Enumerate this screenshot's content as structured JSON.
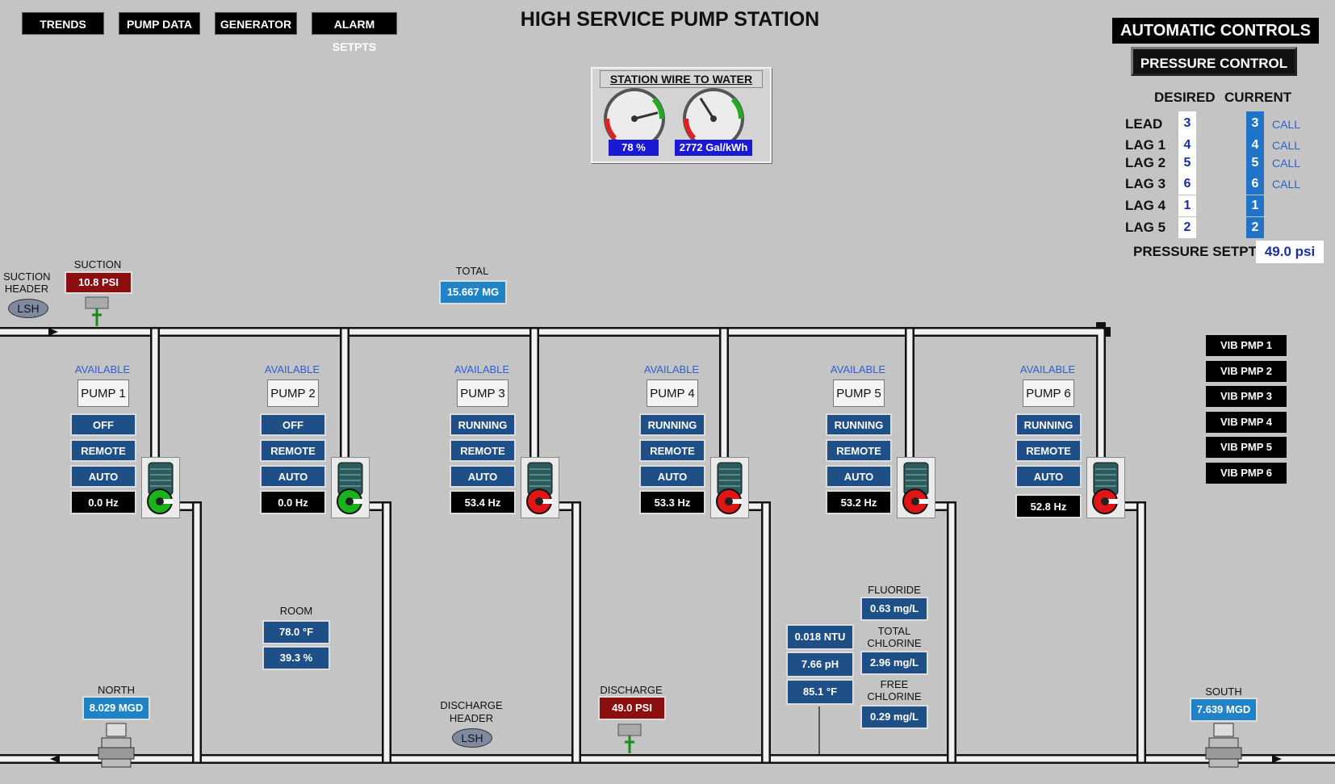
{
  "nav": [
    "TRENDS",
    "PUMP DATA",
    "GENERATOR",
    "ALARM SETPTS"
  ],
  "title": "HIGH SERVICE PUMP STATION",
  "gauges": {
    "title": "STATION WIRE TO WATER",
    "efficiency": {
      "value": "78 %",
      "fraction": 0.78
    },
    "gal_kwh": {
      "value": "2772 Gal/kWh",
      "fraction": 0.38
    }
  },
  "controls": {
    "title": "AUTOMATIC CONTROLS",
    "pressure_control": "PRESSURE CONTROL",
    "desired_hdr": "DESIRED",
    "current_hdr": "CURRENT",
    "rows": [
      {
        "label": "LEAD",
        "desired": "3",
        "current": "3",
        "call": "CALL"
      },
      {
        "label": "LAG 1",
        "desired": "4",
        "current": "4",
        "call": "CALL"
      },
      {
        "label": "LAG 2",
        "desired": "5",
        "current": "5",
        "call": "CALL"
      },
      {
        "label": "LAG 3",
        "desired": "6",
        "current": "6",
        "call": "CALL"
      },
      {
        "label": "LAG 4",
        "desired": "1",
        "current": "1",
        "call": ""
      },
      {
        "label": "LAG 5",
        "desired": "2",
        "current": "2",
        "call": ""
      }
    ],
    "setpt_label": "PRESSURE SETPT",
    "setpt_value": "49.0 psi"
  },
  "suction": {
    "header_label": "SUCTION HEADER",
    "lsh": "LSH",
    "label": "SUCTION",
    "value": "10.8 PSI"
  },
  "total": {
    "label": "TOTAL",
    "value": "15.667 MG"
  },
  "pumps": [
    {
      "status": "AVAILABLE",
      "name": "PUMP 1",
      "state": "OFF",
      "mode": "REMOTE",
      "control": "AUTO",
      "hz": "0.0 Hz",
      "running": false
    },
    {
      "status": "AVAILABLE",
      "name": "PUMP 2",
      "state": "OFF",
      "mode": "REMOTE",
      "control": "AUTO",
      "hz": "0.0 Hz",
      "running": false
    },
    {
      "status": "AVAILABLE",
      "name": "PUMP 3",
      "state": "RUNNING",
      "mode": "REMOTE",
      "control": "AUTO",
      "hz": "53.4 Hz",
      "running": true
    },
    {
      "status": "AVAILABLE",
      "name": "PUMP 4",
      "state": "RUNNING",
      "mode": "REMOTE",
      "control": "AUTO",
      "hz": "53.3 Hz",
      "running": true
    },
    {
      "status": "AVAILABLE",
      "name": "PUMP 5",
      "state": "RUNNING",
      "mode": "REMOTE",
      "control": "AUTO",
      "hz": "53.2 Hz",
      "running": true
    },
    {
      "status": "AVAILABLE",
      "name": "PUMP 6",
      "state": "RUNNING",
      "mode": "REMOTE",
      "control": "AUTO",
      "hz": "52.8 Hz",
      "running": true
    }
  ],
  "vib": [
    "VIB PMP 1",
    "VIB PMP 2",
    "VIB PMP 3",
    "VIB PMP 4",
    "VIB PMP 5",
    "VIB PMP 6"
  ],
  "room": {
    "label": "ROOM",
    "temp": "78.0 °F",
    "humidity": "39.3 %"
  },
  "north": {
    "label": "NORTH",
    "value": "8.029 MGD"
  },
  "south": {
    "label": "SOUTH",
    "value": "7.639 MGD"
  },
  "discharge_header": {
    "label": "DISCHARGE HEADER",
    "lsh": "LSH"
  },
  "discharge": {
    "label": "DISCHARGE",
    "value": "49.0 PSI"
  },
  "quality": {
    "ntu": "0.018 NTU",
    "ph": "7.66 pH",
    "temp": "85.1 °F"
  },
  "fluoride": {
    "label": "FLUORIDE",
    "value": "0.63 mg/L"
  },
  "total_chlorine": {
    "label": "TOTAL CHLORINE",
    "value": "2.96 mg/L"
  },
  "free_chlorine": {
    "label": "FREE CHLORINE",
    "value": "0.29 mg/L"
  },
  "colors": {
    "background": "#c4c4c4",
    "status_blue": "#1e4f86",
    "running_red": "#e01515",
    "stopped_green": "#1bb31b",
    "alarm_red": "#8c0f10",
    "flow_cyan": "#1f83c6"
  }
}
